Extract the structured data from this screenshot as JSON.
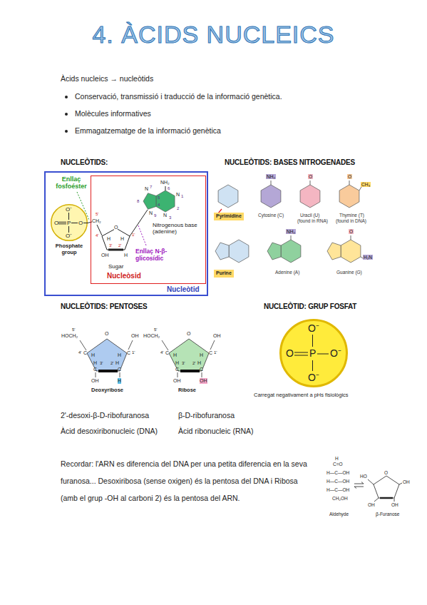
{
  "diagram": {
    "title": "4. ÀCIDS NUCLEICS",
    "nodes": [
      {
        "text": [
          "Enllaç fosfoéster",
          "Nucleòtid"
        ]
      },
      {
        "text": [
          "Nitrogenous base (adenine)",
          "Enllaç N-β-glicosídic",
          "Sugar",
          "Nucleòsid"
        ],
        "in": 0
      },
      {
        "text": [
          "O⁻",
          "O",
          "P",
          "O",
          "O⁻",
          "Phosphate group"
        ],
        "in": 0
      },
      {
        "text": [
          "Pyrimidine"
        ]
      },
      {
        "text": [
          "Purine"
        ]
      },
      {
        "text": [
          "O⁻",
          "O",
          "P",
          "O⁻",
          "O⁻"
        ]
      }
    ],
    "labels": [
      "Àcids nucleics → nucleòtids",
      "Conservació, transmissió i traducció de la informació genètica.",
      "Molècules informatives",
      "Emmagatzematge de la informació genètica",
      "NUCLEÒTIDS:",
      "NUCLEÒTIDS: BASES NITROGENADES",
      "5'",
      "CH₂",
      "O",
      "4'",
      "H",
      "H",
      "1'",
      "3'",
      "2'",
      "OH",
      "H",
      "NH₂",
      "6",
      "N",
      "1",
      "2",
      "N",
      "3",
      "4",
      "5",
      "N",
      "7",
      "8",
      "N",
      "9",
      "NH₂",
      "O",
      "O",
      "CH₃",
      "Cytosine (C)",
      "Uracil (U)",
      "(found in RNA)",
      "Thymine (T)",
      "(found in DNA)",
      "NH₂",
      "O",
      "H₂N",
      "Adenine (A)",
      "Guanine (G)",
      "NUCLEÒTIDS: PENTOSES",
      "NUCLEÒTID: GRUP FOSFAT",
      "5'",
      "HOCH₂",
      "O",
      "OH",
      "4'",
      "C",
      "H",
      "H",
      "C",
      "1'",
      "H",
      "3'",
      "2'",
      "H",
      "C",
      "C",
      "OH",
      "H",
      "Deoxyribose",
      "5'",
      "HOCH₂",
      "O",
      "OH",
      "4'",
      "C",
      "H",
      "H",
      "C",
      "1'",
      "H",
      "3'",
      "2'",
      "H",
      "C",
      "C",
      "OH",
      "OH",
      "Ribose",
      "Carregat negativament a pHs fisiològics",
      "2'-desoxi-β-D-ribofuranosa",
      "β-D-ribofuranosa",
      "Àcid desoxiribonucleic (DNA)",
      "Àcid ribonucleic (RNA)",
      "Recordar: l'ARN es diferencia del DNA per una petita diferencia en la seva furanosa... Desoxiribosa (sense oxigen) és la pentosa del DNA i Ribosa (amb el grup -OH al carboni 2) és la pentosa del ARN.",
      "H",
      "C=O",
      "H—C—OH",
      "H—C—OH",
      "H—C—OH",
      "CH₂OH",
      "Aldehyde",
      "HO",
      "O",
      "OH",
      "OH",
      "OH",
      "β-Furanose"
    ]
  }
}
